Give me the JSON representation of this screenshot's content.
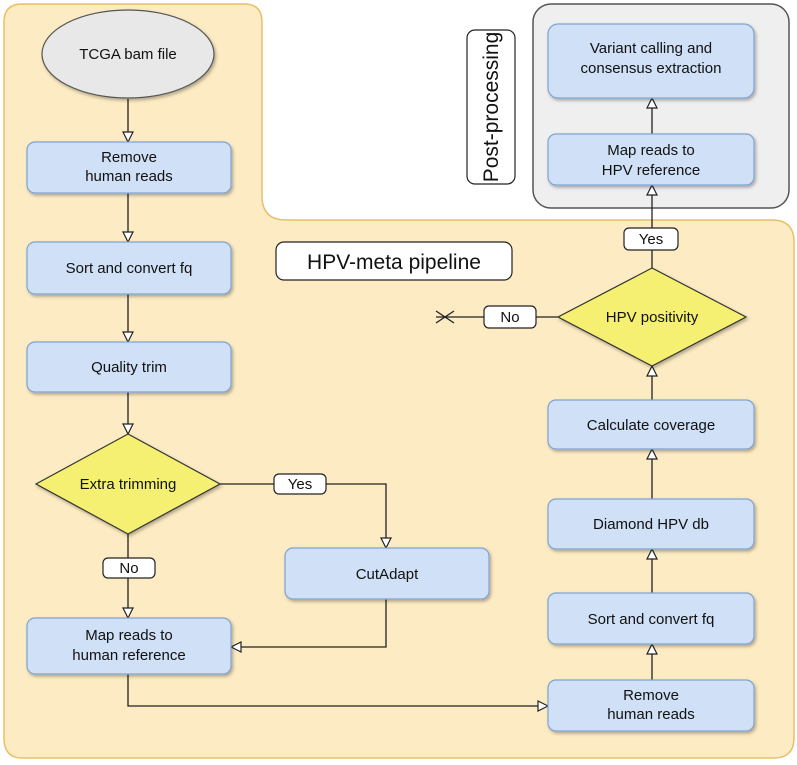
{
  "pipeline": {
    "title": "HPV-meta pipeline",
    "start": "TCGA bam file",
    "remove_human_reads": [
      "Remove",
      "human reads"
    ],
    "sort_convert_left": "Sort and convert fq",
    "quality_trim": "Quality trim",
    "extra_trimming": "Extra trimming",
    "yes_label": "Yes",
    "no_label": "No",
    "cutadapt": "CutAdapt",
    "map_human": [
      "Map reads to",
      "human reference"
    ],
    "remove_human_reads_right": [
      "Remove",
      "human reads"
    ],
    "sort_convert_right": "Sort and convert fq",
    "diamond": "Diamond HPV db",
    "coverage": "Calculate coverage",
    "hpv_positivity": "HPV positivity",
    "positivity_no": "No",
    "positivity_yes": "Yes"
  },
  "post_processing": {
    "title": "Post-processing",
    "map_hpv": [
      "Map reads to",
      "HPV reference"
    ],
    "variant_calling": [
      "Variant calling and",
      "consensus extraction"
    ]
  },
  "colors": {
    "pipeline_bg": "#fdebc3",
    "pipeline_border": "#e8c06a",
    "post_bg": "#efefef",
    "post_border": "#555555",
    "box_fill": "#cfe0f7",
    "box_border": "#7fa3d1",
    "diamond_fill": "#f5f071",
    "diamond_border": "#333333",
    "start_fill": "#e8e8e8"
  }
}
